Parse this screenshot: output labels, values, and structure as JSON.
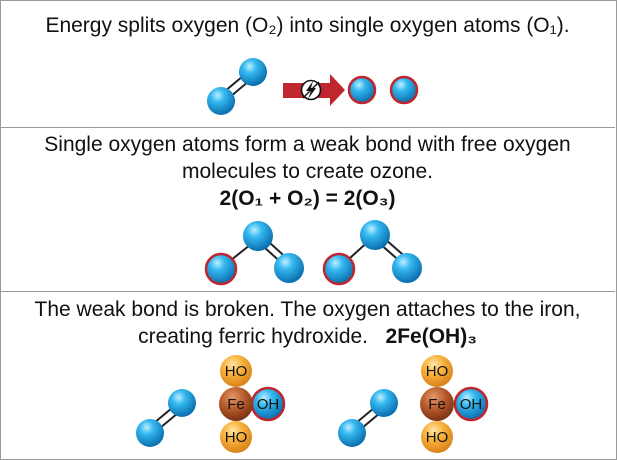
{
  "panels": [
    {
      "text": "Energy splits oxygen (O₂) into single oxygen atoms (O₁)."
    },
    {
      "text_line1": "Single oxygen atoms form a weak bond with free oxygen",
      "text_line2": "molecules to create ozone.",
      "equation": "2(O₁ + O₂) = 2(O₃)"
    },
    {
      "text_line1": "The weak bond is broken. The oxygen attaches to the iron,",
      "text_line2": "creating ferric hydroxide.",
      "formula": "2Fe(OH)₃",
      "labels": {
        "hydroxide_top": "HO",
        "hydroxide_bottom": "HO",
        "iron": "Fe",
        "hydroxide_right": "OH"
      }
    }
  ],
  "colors": {
    "oxygen_fill": "#1a9fe0",
    "oxygen_outline_red": "#c0262d",
    "iron_fill": "#b5562a",
    "hydroxide_fill": "#f5a623",
    "arrow": "#c0262d",
    "border": "#9a9a9a"
  },
  "icons": [
    "energy-bolt-icon"
  ]
}
